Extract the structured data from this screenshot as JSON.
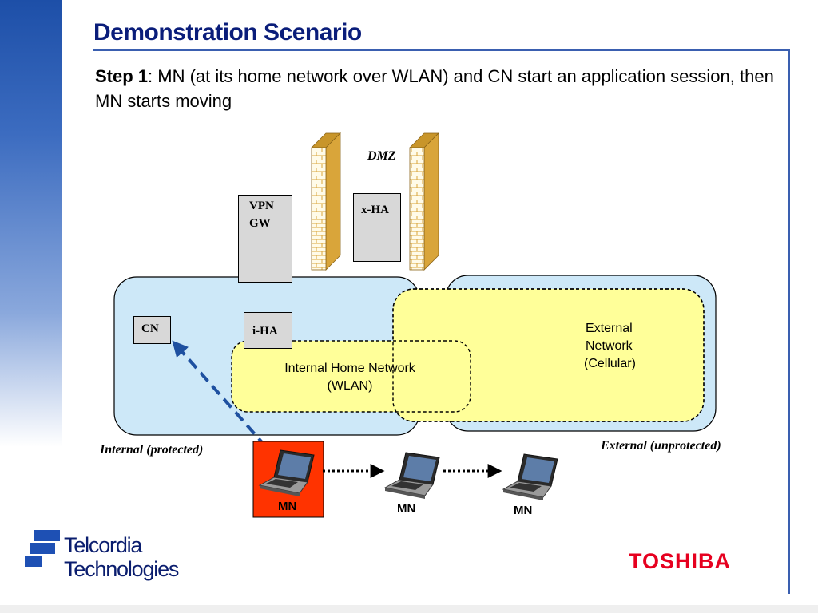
{
  "slide": {
    "title": "Demonstration Scenario",
    "step_label": "Step 1",
    "step_text": ": MN (at its home network over WLAN) and CN start an application session,  then MN starts moving"
  },
  "diagram": {
    "dmz_label": "DMZ",
    "vpn_gw": {
      "line1": "VPN",
      "line2": "GW"
    },
    "xha_label": "x-HA",
    "cn_label": "CN",
    "iha_label": "i-HA",
    "internal_home_network": {
      "line1": "Internal Home Network",
      "line2": "(WLAN)"
    },
    "external_network": {
      "line1": "External",
      "line2": "Network",
      "line3": "(Cellular)"
    },
    "internal_zone_label": "Internal (protected)",
    "external_zone_label": "External (unprotected)",
    "mobile_nodes": [
      {
        "label": "MN",
        "highlighted": true
      },
      {
        "label": "MN",
        "highlighted": false
      },
      {
        "label": "MN",
        "highlighted": false
      }
    ]
  },
  "logos": {
    "telcordia_line1": "Telcordia",
    "telcordia_line2": "Technologies",
    "toshiba": "TOSHIBA"
  },
  "colors": {
    "title": "#0a1d7a",
    "internal_zone": "#cde8f8",
    "network_fill": "#ffff99",
    "mn_highlight": "#ff3300",
    "link_arrow": "#1e50a0",
    "firewall": "#d9a53a",
    "toshiba": "#e6001f",
    "telcordia": "#0a1d6e"
  }
}
